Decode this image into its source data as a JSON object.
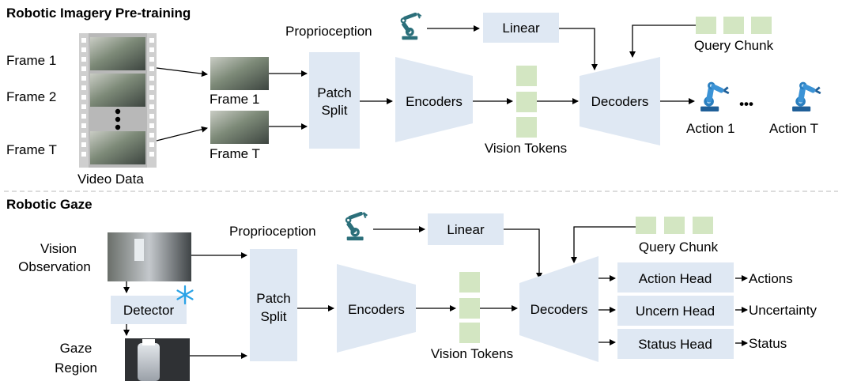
{
  "colors": {
    "block": "#dfe8f3",
    "token": "#d3e6c2",
    "robot": "#2a7fc0",
    "divider": "#c8c8c8",
    "snowflake": "#2aa3e6"
  },
  "top": {
    "title": "Robotic Imagery Pre-training",
    "proprioception": "Proprioception",
    "linear": "Linear",
    "query_chunk": "Query Chunk",
    "frames_left": [
      "Frame 1",
      "Frame 2",
      "Frame T"
    ],
    "video_data": "Video Data",
    "frame_1": "Frame 1",
    "frame_t": "Frame T",
    "patch_split": [
      "Patch",
      "Split"
    ],
    "encoders": "Encoders",
    "vision_tokens": "Vision Tokens",
    "decoders": "Decoders",
    "action_1": "Action 1",
    "action_t": "Action T",
    "ellipsis": "•••"
  },
  "bottom": {
    "title": "Robotic Gaze",
    "proprioception": "Proprioception",
    "linear": "Linear",
    "query_chunk": "Query Chunk",
    "vision_observation": [
      "Vision",
      "Observation"
    ],
    "detector": "Detector",
    "gaze_region": [
      "Gaze",
      "Region"
    ],
    "patch_split": [
      "Patch",
      "Split"
    ],
    "encoders": "Encoders",
    "vision_tokens": "Vision Tokens",
    "decoders": "Decoders",
    "heads": [
      {
        "label": "Action Head",
        "output": "Actions"
      },
      {
        "label": "Uncern Head",
        "output": "Uncertainty"
      },
      {
        "label": "Status Head",
        "output": "Status"
      }
    ],
    "icons": [
      "robot-arm-icon",
      "snowflake-icon"
    ]
  }
}
